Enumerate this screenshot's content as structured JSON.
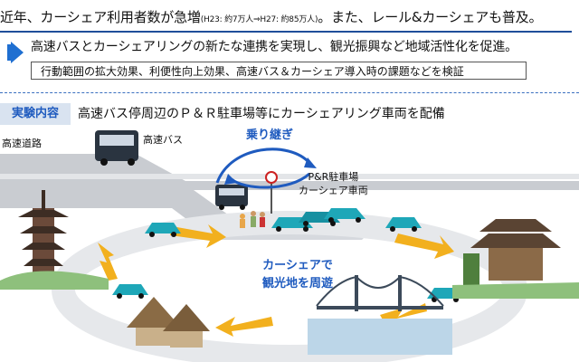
{
  "header": {
    "line1_a": "近年、カーシェア利用者数が急増",
    "line1_small": "(H23: 約7万人⇒H27: 約85万人)",
    "line1_b": "。また、レール&カーシェアも普及。",
    "line2": "高速バスとカーシェアリングの新たな連携を実現し、観光振興など地域活性化を促進。",
    "box": "行動範囲の拡大効果、利便性向上効果、高速バス＆カーシェア導入時の課題などを検証"
  },
  "experiment": {
    "badge": "実験内容",
    "text": "高速バス停周辺のＰ＆Ｒ駐車場等にカーシェアリング車両を配備"
  },
  "diagram": {
    "road_label": "高速道路",
    "bus_label": "高速バス",
    "transfer_label": "乗り継ぎ",
    "pr_label_1": "P&R駐車場",
    "pr_label_2": "カーシェア車両",
    "center_label_1": "カーシェアで",
    "center_label_2": "観光地を周遊"
  },
  "colors": {
    "accent_blue": "#1f6fd1",
    "dark_blue": "#1f4e9a",
    "car_teal": "#1ea7b8",
    "arrow_orange": "#f2b01e",
    "road_gray": "#c9ccd1"
  }
}
